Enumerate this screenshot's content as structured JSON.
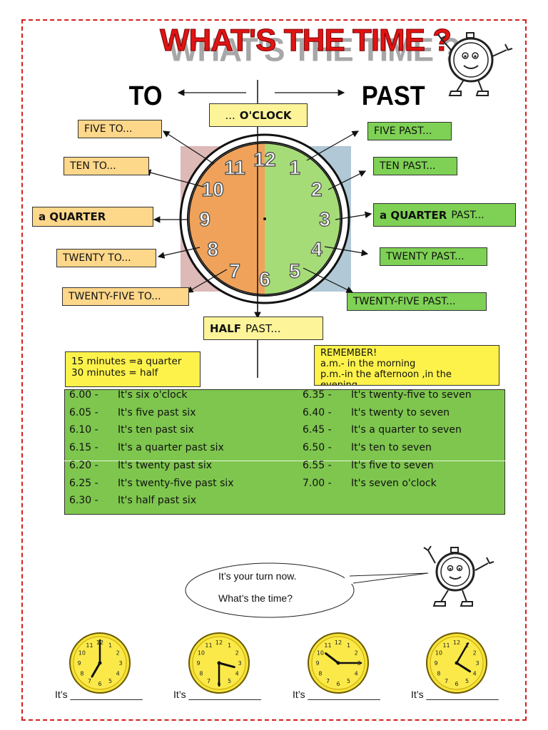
{
  "title": "WHAT'S  THE TIME ?",
  "to_label": "TO",
  "past_label": "PAST",
  "labels_to": [
    {
      "bold": "",
      "text": "FIVE  TO..."
    },
    {
      "bold": "",
      "text": "TEN  TO..."
    },
    {
      "bold": "a QUARTER",
      "text": ""
    },
    {
      "bold": "",
      "text": "TWENTY  TO..."
    },
    {
      "bold": "",
      "text": "TWENTY-FIVE  TO..."
    }
  ],
  "labels_past": [
    {
      "bold": "",
      "text": "FIVE  PAST..."
    },
    {
      "bold": "",
      "text": "TEN  PAST..."
    },
    {
      "bold": "a QUARTER",
      "text": "PAST..."
    },
    {
      "bold": "",
      "text": "TWENTY  PAST..."
    },
    {
      "bold": "",
      "text": "TWENTY-FIVE  PAST..."
    }
  ],
  "oclock": {
    "prefix": "...",
    "bold": "O'CLOCK"
  },
  "half": {
    "bold": "HALF",
    "text": "PAST..."
  },
  "clock_numbers": [
    "12",
    "1",
    "2",
    "3",
    "4",
    "5",
    "6",
    "7",
    "8",
    "9",
    "10",
    "11"
  ],
  "minutes_note": {
    "line1": "15 minutes =a quarter",
    "line2": "30 minutes = half"
  },
  "remember_note": {
    "title": "REMEMBER!",
    "line1": "a.m.- in the morning",
    "line2": "p.m.-in the afternoon ,in the",
    "line3": "evening"
  },
  "table": {
    "left": [
      {
        "time": "6.00 -",
        "text": "It's six o'clock"
      },
      {
        "time": "6.05 -",
        "text": "It's five past six"
      },
      {
        "time": "6.10 -",
        "text": "It's ten past  six"
      },
      {
        "time": "6.15 -",
        "text": "It's a quarter past six"
      },
      {
        "time": "6.20 -",
        "text": "It's twenty past six"
      },
      {
        "time": "6.25 -",
        "text": "It's twenty-five past six"
      },
      {
        "time": "6.30 -",
        "text": "It's half past six"
      }
    ],
    "right": [
      {
        "time": "6.35 -",
        "text": "It's twenty-five to seven"
      },
      {
        "time": "6.40 -",
        "text": "It's twenty to seven"
      },
      {
        "time": "6.45 -",
        "text": "It's a quarter to seven"
      },
      {
        "time": "6.50 -",
        "text": "It's ten to seven"
      },
      {
        "time": "6.55 -",
        "text": "It's five to seven"
      },
      {
        "time": "7.00 -",
        "text": "It's seven o'clock"
      }
    ]
  },
  "bubble": {
    "line1": "It’s your turn now.",
    "line2": "What’s the time?"
  },
  "exercise_clocks": [
    {
      "hour": 7,
      "minute": 0
    },
    {
      "hour": 3,
      "minute": 30
    },
    {
      "hour": 10,
      "minute": 15
    },
    {
      "hour": 4,
      "minute": 5
    }
  ],
  "answer_prompt": "It’s _____________",
  "colors": {
    "to_side": "#f0a25a",
    "past_side": "#a6dc78",
    "to_box": "#fdd78a",
    "past_box": "#7ed154",
    "title_red": "#e01414",
    "table_green": "#7ec64e",
    "exercise_clock": "#f5e23a"
  }
}
